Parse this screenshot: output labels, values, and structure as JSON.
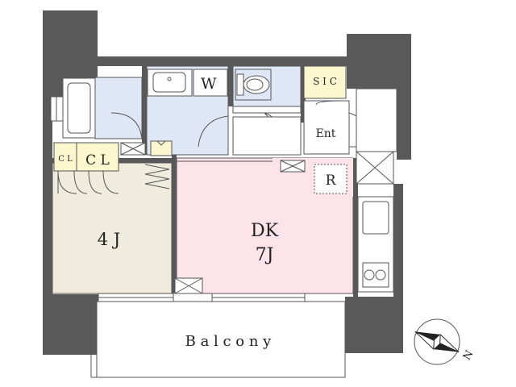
{
  "rooms": {
    "washroom": "W",
    "shoe_closet": "S I C",
    "entrance": "Ent",
    "closet_small": "C L",
    "closet": "C L",
    "refrigerator": "R",
    "bedroom_size": "4 J",
    "dining_kitchen_name": "DK",
    "dining_kitchen_size": "7J",
    "balcony": "B a l c o n y"
  },
  "compass": {
    "label": "N"
  },
  "colors": {
    "wall": "#595959",
    "bedroom": "#efecdd",
    "dining_kitchen": "#fce4e8",
    "wet_area": "#dfe6f5",
    "closet": "#fbf8cf",
    "line": "#555555"
  }
}
